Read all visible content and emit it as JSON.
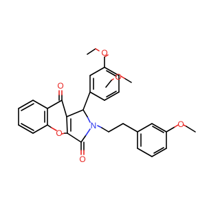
{
  "atoms": [
    {
      "id": "O1",
      "symbol": "O",
      "color": "#e8231f"
    },
    {
      "id": "O2",
      "symbol": "O",
      "color": "#e8231f"
    },
    {
      "id": "O3",
      "symbol": "O",
      "color": "#e8231f"
    },
    {
      "id": "O4",
      "symbol": "O",
      "color": "#e8231f"
    },
    {
      "id": "O5",
      "symbol": "O",
      "color": "#e8231f"
    },
    {
      "id": "O6",
      "symbol": "O",
      "color": "#e8231f"
    },
    {
      "id": "N1",
      "symbol": "N",
      "color": "#2b35ee"
    }
  ]
}
